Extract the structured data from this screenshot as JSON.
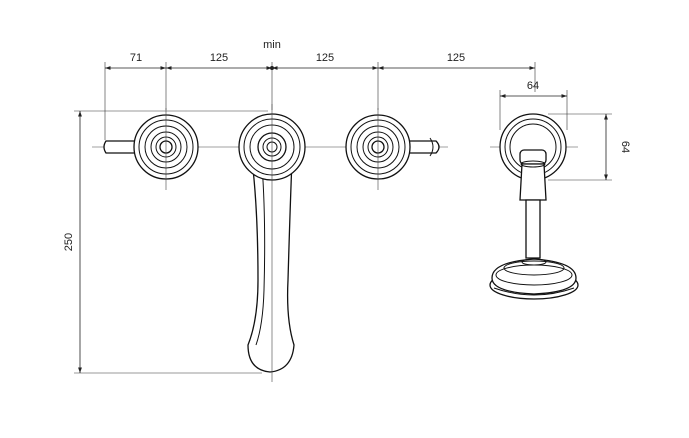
{
  "dimensions": {
    "top_label": "min",
    "top_1": "71",
    "top_2": "125",
    "top_3": "125",
    "top_4": "125",
    "side_view_width": "64",
    "side_view_height": "64",
    "overall_height": "250"
  },
  "colors": {
    "line": "#222222",
    "background": "#ffffff"
  }
}
